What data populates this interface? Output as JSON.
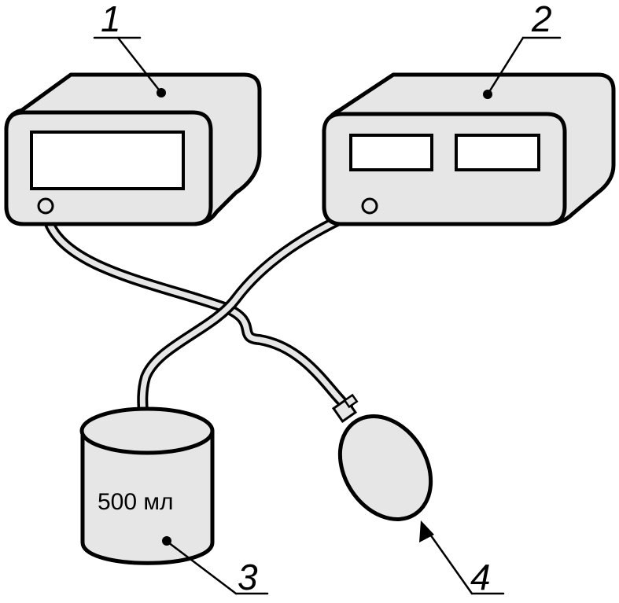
{
  "labels": {
    "device1": "1",
    "device2": "2",
    "container": "3",
    "bulb": "4"
  },
  "container_volume": "500 мл",
  "colors": {
    "fill": "#e6e6e6",
    "stroke": "#000000",
    "background": "#ffffff"
  }
}
